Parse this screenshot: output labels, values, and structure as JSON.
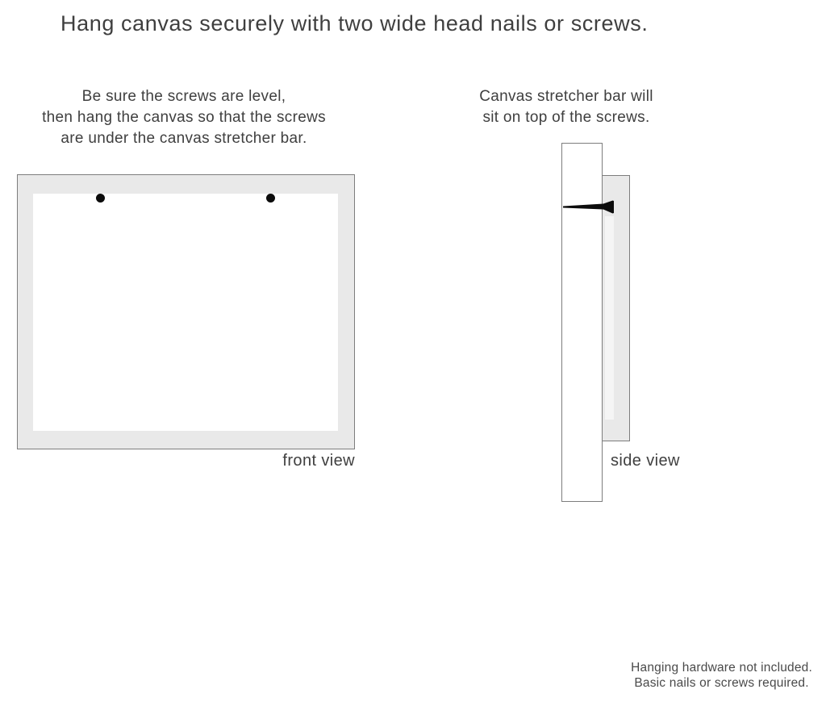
{
  "title": "Hang canvas securely with two wide head nails or screws.",
  "instructions": {
    "left": {
      "line1": "Be sure the screws are level,",
      "line2": "then hang the canvas so that the screws",
      "line3": "are under the canvas stretcher bar."
    },
    "right": {
      "line1": "Canvas stretcher bar will",
      "line2": "sit on top of the screws."
    }
  },
  "diagrams": {
    "front_view_label": "front view",
    "side_view_label": "side view",
    "front_nail_count": 2
  },
  "footer": {
    "line1": "Hanging hardware not included.",
    "line2": "Basic nails or screws required."
  },
  "colors": {
    "background": "#ffffff",
    "text": "#3f3f3f",
    "footer_text": "#4a4a4a",
    "canvas_fill": "#e9e9e9",
    "outline": "#7d7d7d",
    "nail": "#0c0c0c"
  }
}
